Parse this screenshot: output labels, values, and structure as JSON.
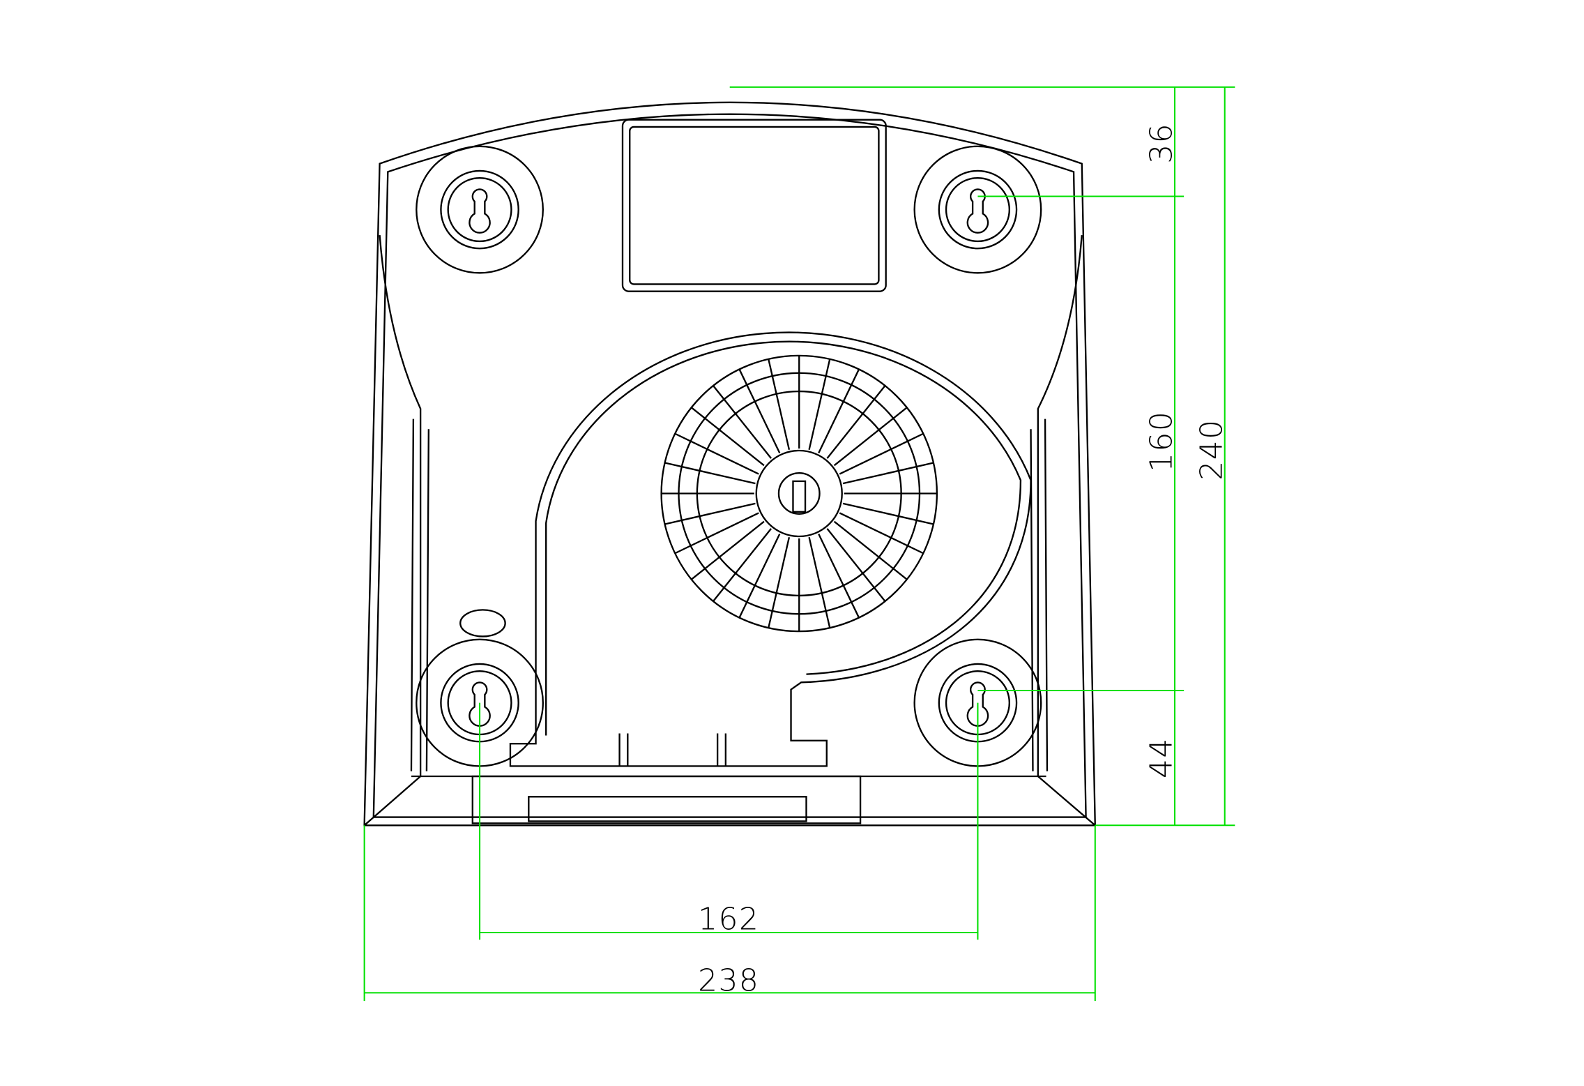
{
  "drawing": {
    "line_color": "#000000",
    "dimension_color": "#00e000",
    "dimensions": {
      "top_to_hole": "36",
      "hole_to_hole_vertical": "160",
      "overall_height": "240",
      "hole_to_bottom": "44",
      "hole_to_hole_horizontal": "162",
      "overall_width": "238"
    }
  }
}
